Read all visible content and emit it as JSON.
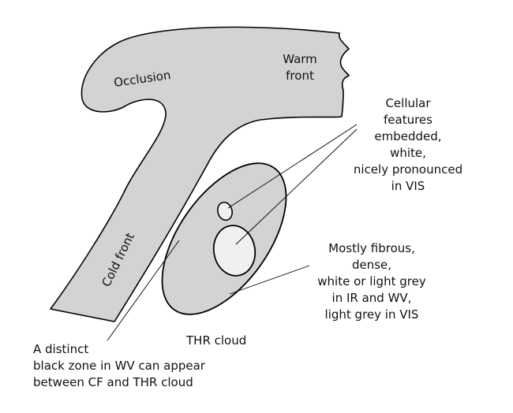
{
  "diagram": {
    "title": "Transverse high-level cloud (THR) conceptual model",
    "colors": {
      "shape_fill": "#d3d3d3",
      "cell_fill": "#f0f0f0",
      "stroke": "#000000",
      "background": "#ffffff"
    },
    "regions": {
      "occlusion": "Occlusion",
      "warm_front": [
        "Warm",
        "front"
      ],
      "cold_front": "Cold front",
      "thr_cloud": "THR cloud"
    },
    "annotations": {
      "cellular": [
        "Cellular",
        "features",
        "embedded,",
        "white,",
        "nicely pronounced",
        "in VIS"
      ],
      "fibrous": [
        "Mostly fibrous,",
        "dense,",
        "white or light grey",
        "in IR and WV,",
        "light grey in VIS"
      ],
      "black_zone": [
        "A distinct",
        "black zone in WV can appear",
        "between CF and THR cloud"
      ]
    }
  }
}
